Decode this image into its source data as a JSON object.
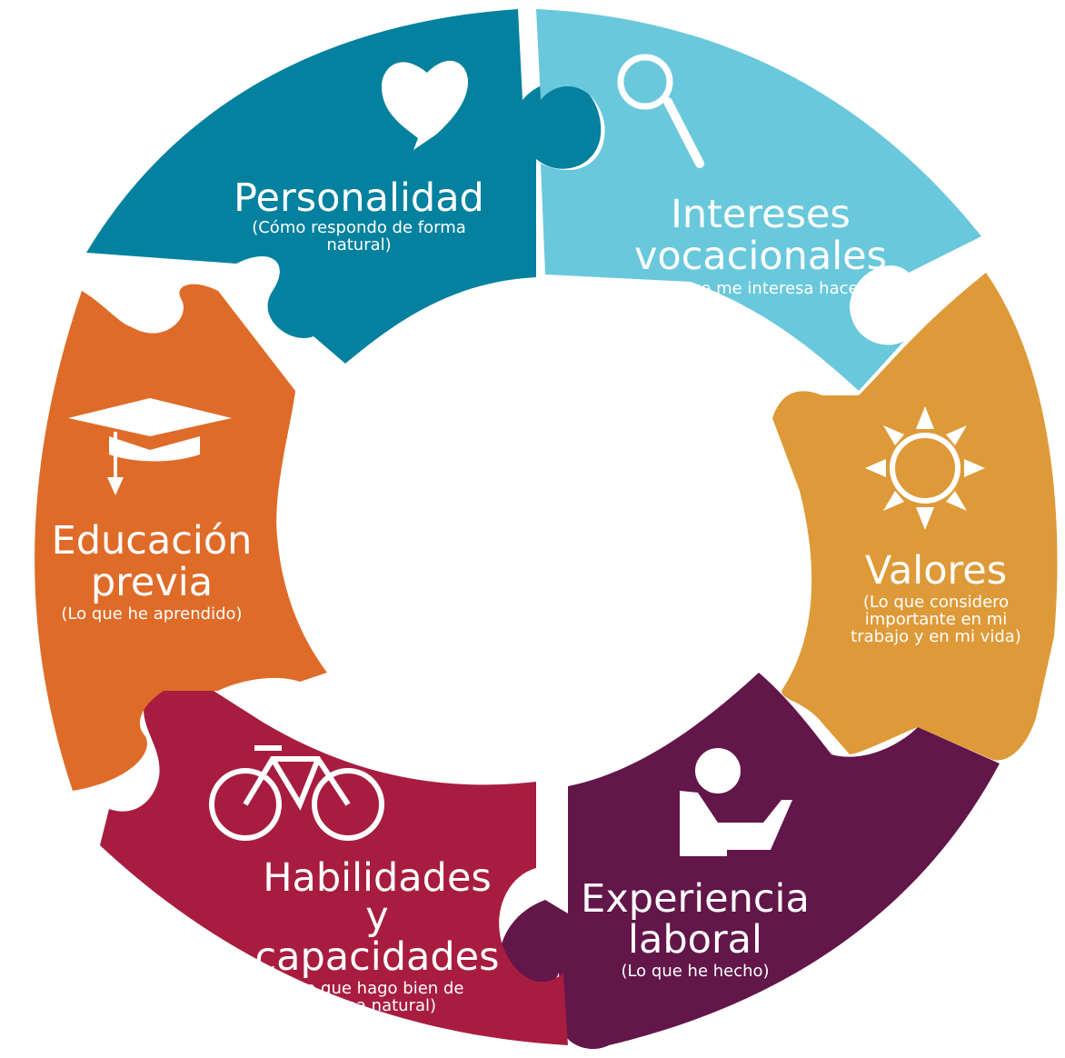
{
  "colors": {
    "personalidad": "#03819f",
    "intereses": "#6ac8dc",
    "valores": "#de9a38",
    "experiencia": "#621649",
    "habilidades": "#a81d3f",
    "educacion": "#df6b28",
    "background": "#ffffff"
  },
  "pieces": [
    {
      "key": "personalidad",
      "icon": "heart-icon",
      "title": [
        "Personalidad"
      ],
      "subtitle": [
        "(Cómo respondo de forma",
        "natural)"
      ]
    },
    {
      "key": "intereses",
      "icon": "magnifying-glass-icon",
      "title": [
        "Intereses",
        "vocacionales"
      ],
      "subtitle": [
        "(Lo que me interesa hacer)"
      ]
    },
    {
      "key": "valores",
      "icon": "sun-icon",
      "title": [
        "Valores"
      ],
      "subtitle": [
        "(Lo que considero",
        "importante en mi",
        "trabajo y en mi vida)"
      ]
    },
    {
      "key": "experiencia",
      "icon": "person-at-laptop-icon",
      "title": [
        "Experiencia",
        "laboral"
      ],
      "subtitle": [
        "(Lo que he hecho)"
      ]
    },
    {
      "key": "habilidades",
      "icon": "bicycle-icon",
      "title": [
        "Habilidades",
        "y",
        "capacidades"
      ],
      "subtitle": [
        "(Lo que hago bien de",
        "forma natural)"
      ]
    },
    {
      "key": "educacion",
      "icon": "graduation-cap-icon",
      "title": [
        "Educación",
        "previa"
      ],
      "subtitle": [
        "(Lo que he aprendido)"
      ]
    }
  ]
}
